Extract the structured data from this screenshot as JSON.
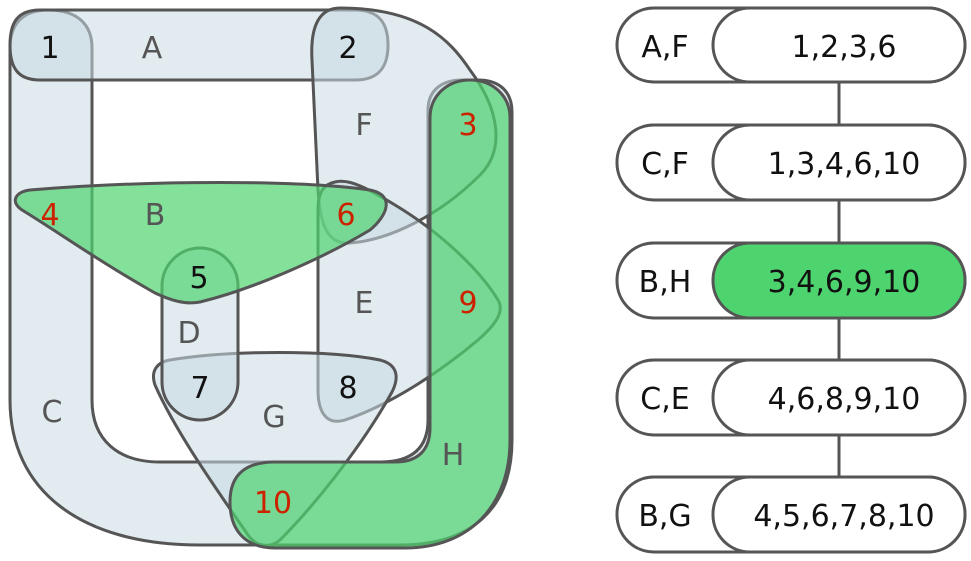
{
  "hypergraph": {
    "edge_labels": {
      "A": "A",
      "B": "B",
      "C": "C",
      "D": "D",
      "E": "E",
      "F": "F",
      "G": "G",
      "H": "H"
    },
    "vertices": {
      "v1": "1",
      "v2": "2",
      "v3": "3",
      "v4": "4",
      "v5": "5",
      "v6": "6",
      "v7": "7",
      "v8": "8",
      "v9": "9",
      "v10": "10"
    },
    "highlighted_edges": [
      "B",
      "H"
    ],
    "highlighted_vertices": [
      "3",
      "4",
      "6",
      "9",
      "10"
    ]
  },
  "decomposition": {
    "nodes": [
      {
        "edges": "A,F",
        "vertices": "1,2,3,6",
        "highlighted": false
      },
      {
        "edges": "C,F",
        "vertices": "1,3,4,6,10",
        "highlighted": false
      },
      {
        "edges": "B,H",
        "vertices": "3,4,6,9,10",
        "highlighted": true
      },
      {
        "edges": "C,E",
        "vertices": "4,6,8,9,10",
        "highlighted": false
      },
      {
        "edges": "B,G",
        "vertices": "4,5,6,7,8,10",
        "highlighted": false
      }
    ]
  },
  "colors": {
    "edge_fill": "#c9dae3",
    "highlight_fill": "#4ed46f",
    "outline": "#555555",
    "highlight_text": "#cc2200"
  }
}
